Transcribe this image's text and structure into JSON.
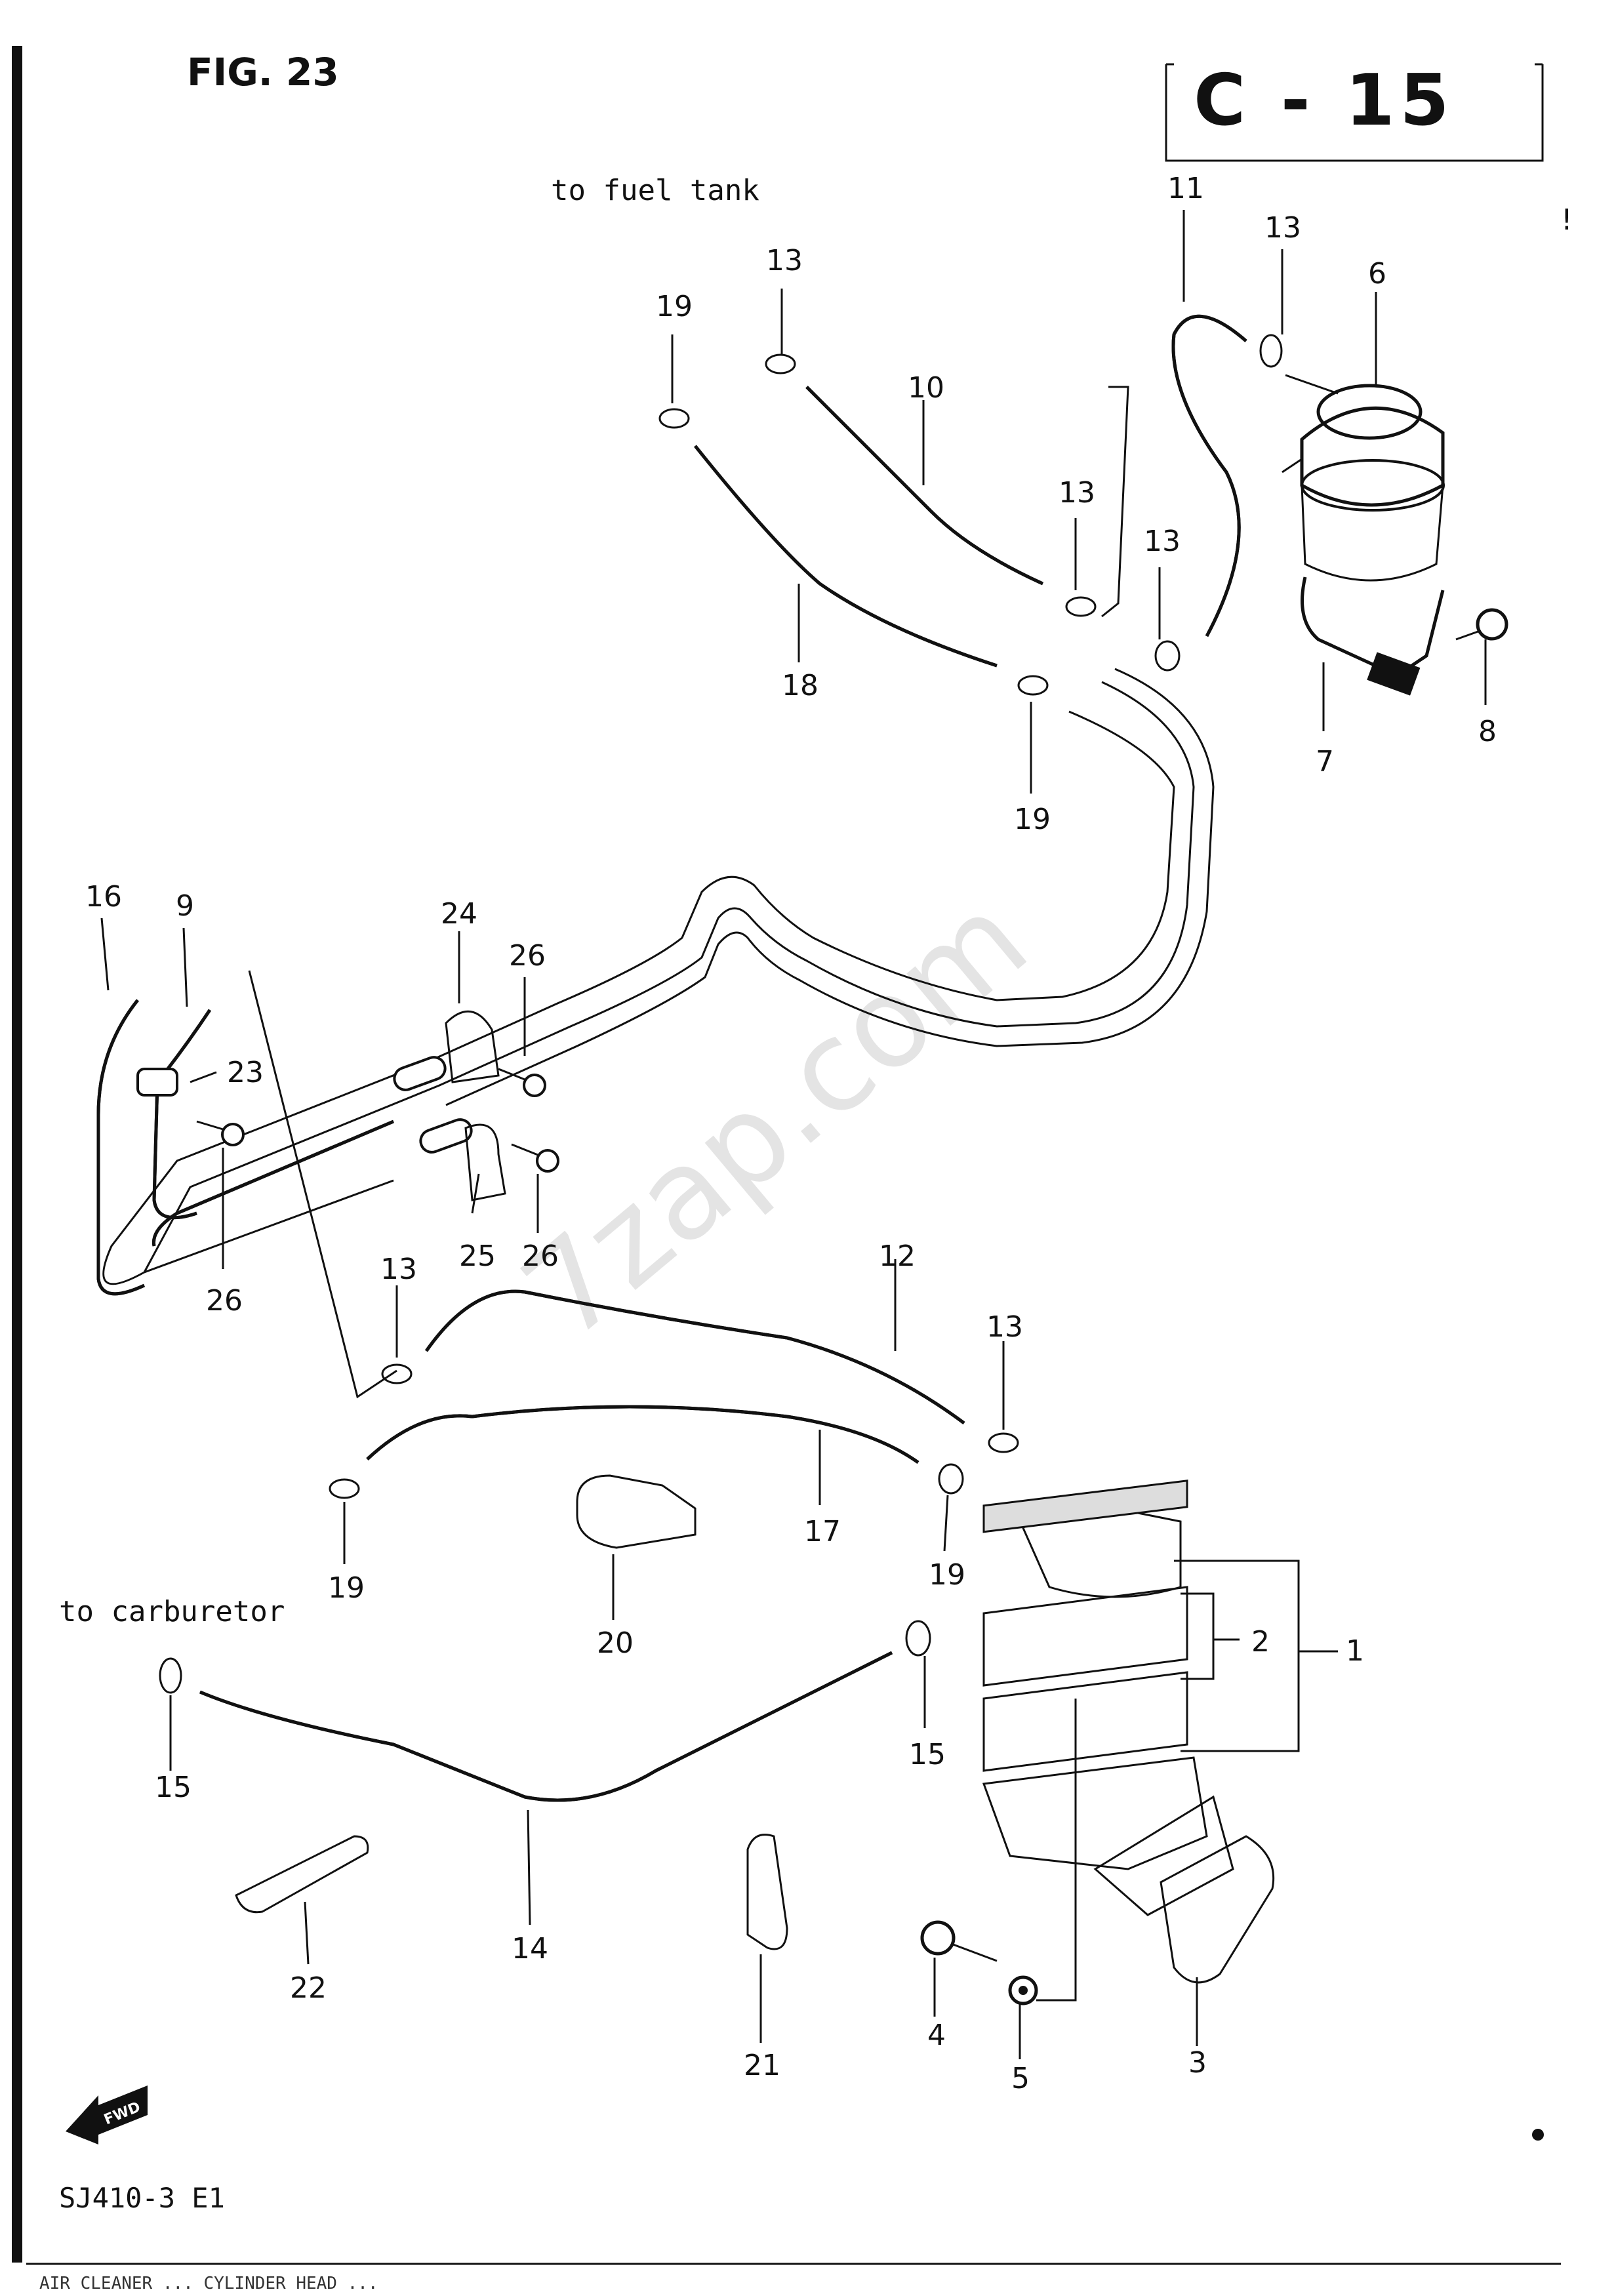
{
  "header": {
    "figure_label": "FIG. 23",
    "section_code": "C - 15"
  },
  "notes": {
    "to_fuel_tank": "to fuel tank",
    "to_carburetor": "to carburetor"
  },
  "watermark": "7zap.com",
  "footer": {
    "model_code": "SJ410-3 E1",
    "bottom_strip": "AIR CLEANER ... CYLINDER HEAD ..."
  },
  "forward_arrow": {
    "label": "FWD",
    "icon": "forward-arrow-icon"
  },
  "part_callouts": [
    "1",
    "2",
    "3",
    "4",
    "5",
    "6",
    "7",
    "8",
    "9",
    "10",
    "11",
    "12",
    "13",
    "13",
    "13",
    "13",
    "13",
    "13",
    "14",
    "15",
    "15",
    "16",
    "17",
    "18",
    "19",
    "19",
    "19",
    "19",
    "20",
    "21",
    "22",
    "23",
    "24",
    "25",
    "26",
    "26",
    "26"
  ]
}
